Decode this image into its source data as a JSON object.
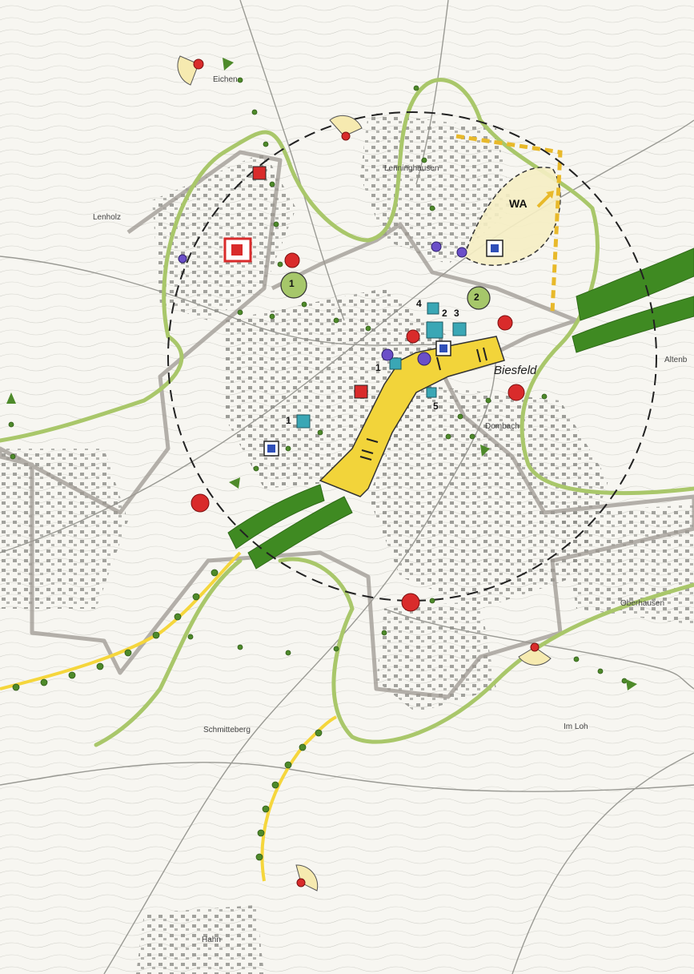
{
  "map": {
    "place_labels": [
      "Lenninghausen",
      "Lenholz",
      "Biesfeld",
      "Oberhausen",
      "Altenb",
      "Dombach",
      "Hahn",
      "Schmitteberg",
      "Im Loh",
      "Eichen"
    ],
    "zone_label": "WA",
    "numbers": [
      "1",
      "2",
      "1",
      "2",
      "3",
      "4",
      "5",
      "1"
    ]
  },
  "colors": {
    "green_belt": "#a9c76a",
    "forest": "#3f8a22",
    "town_center": "#f2d43a",
    "route": "#f5d63c",
    "poi_red": "#d92b2b",
    "poi_teal": "#3aa7b5",
    "poi_purple": "#6b4fc8",
    "boundary": "#9c9790",
    "radius_dash": "#222222"
  }
}
